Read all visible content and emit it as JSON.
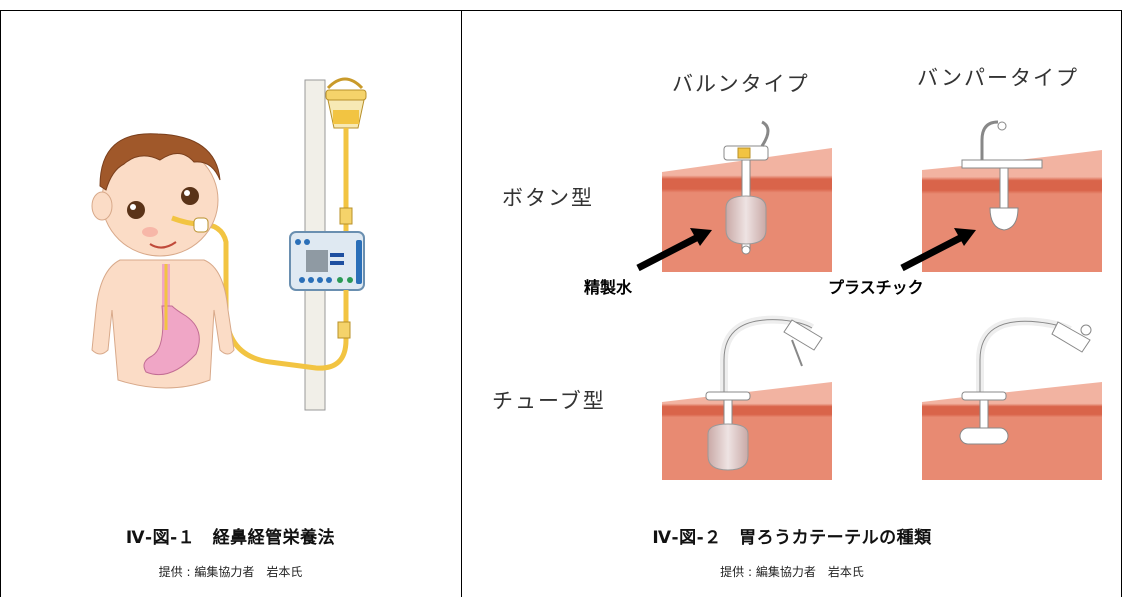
{
  "figure1": {
    "caption": "Ⅳ-図-１　経鼻経管栄養法",
    "credit": "提供 : 編集協力者　岩本氏"
  },
  "figure2": {
    "caption": "Ⅳ-図-２　胃ろうカテーテルの種類",
    "credit": "提供 : 編集協力者　岩本氏",
    "column_headers": [
      "バルンタイプ",
      "バンパータイプ"
    ],
    "row_labels": [
      "ボタン型",
      "チューブ型"
    ],
    "annotations": {
      "balloon_fill": "精製水",
      "bumper_material": "プラスチック"
    }
  },
  "colors": {
    "skin": "#fbdcc6",
    "hair": "#a0582a",
    "stomach": "#f0a6c6",
    "tube": "#f2c442",
    "tissue_top": "#f2b3a1",
    "tissue_band": "#d9644a",
    "tissue_body": "#e88a72"
  }
}
